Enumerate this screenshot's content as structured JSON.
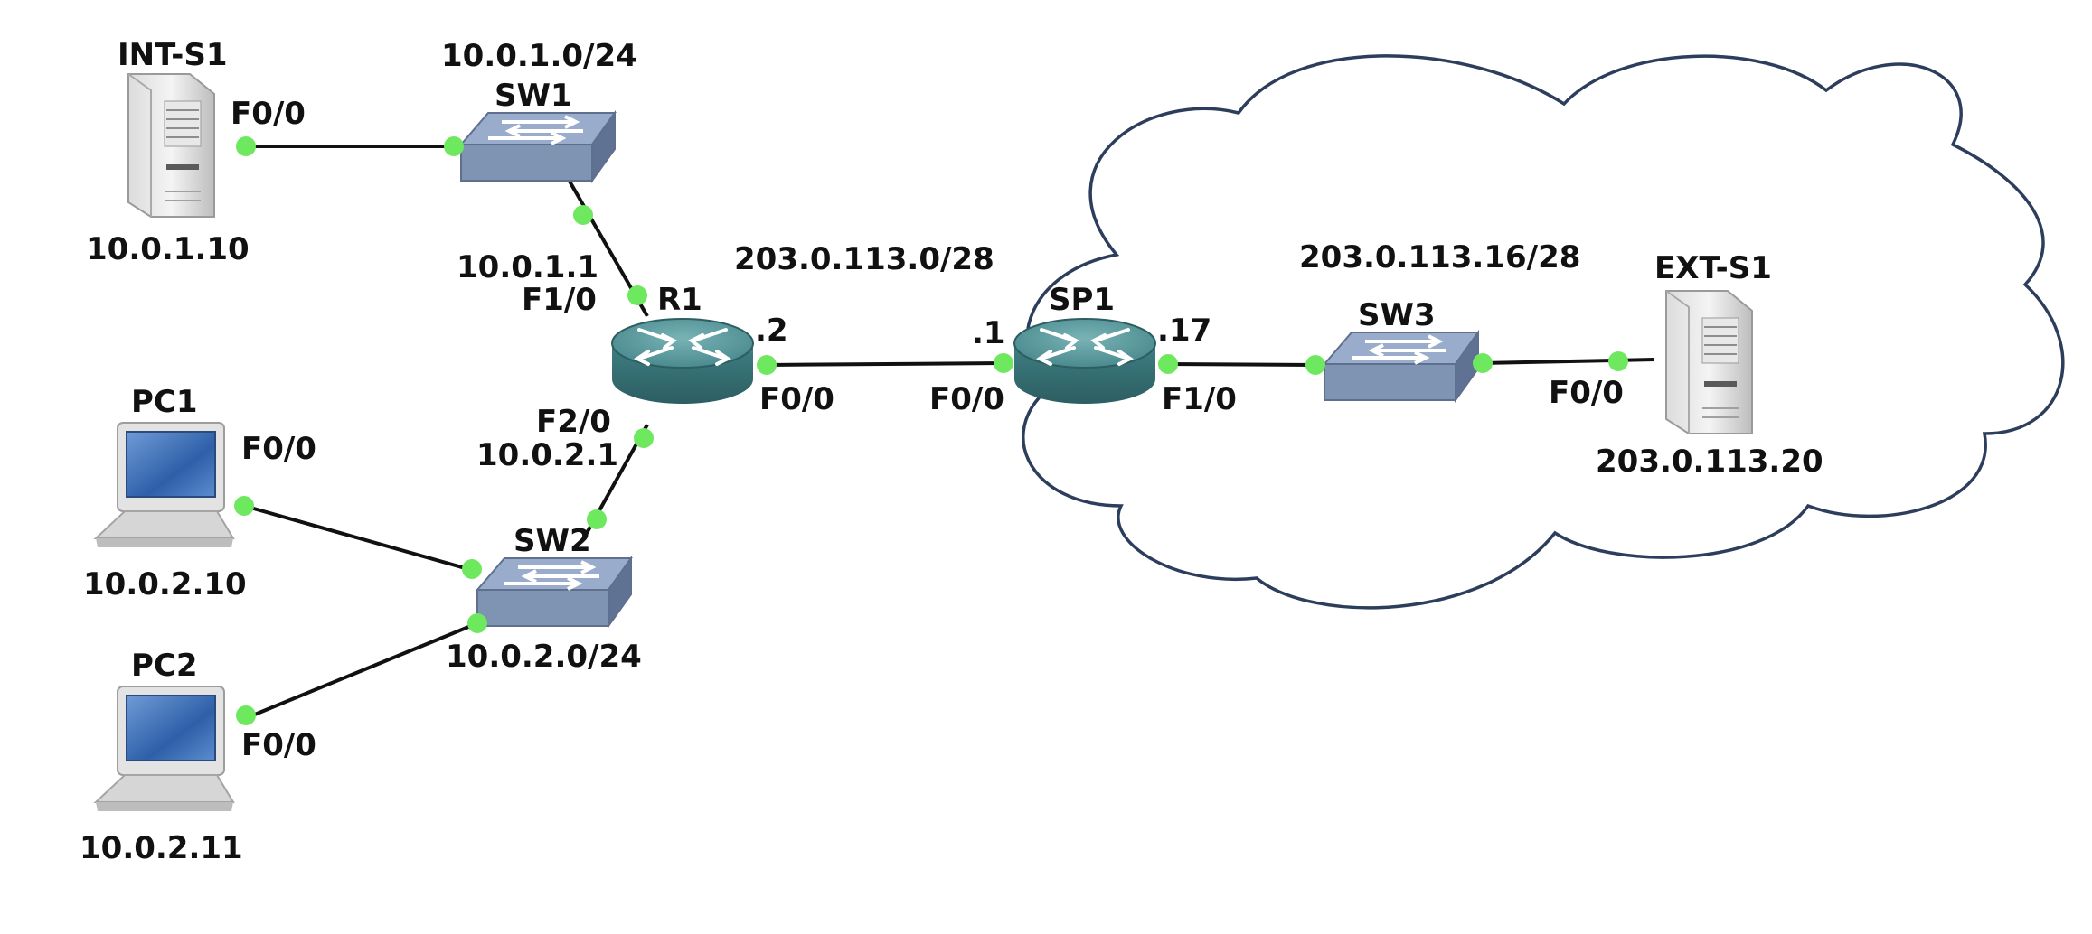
{
  "colors": {
    "link": "#111111",
    "port_dot": "#6ee85e",
    "router_body": "#4f8f93",
    "switch_body": "#7f93b3",
    "cloud_stroke": "#2d3e5c",
    "label": "#111111"
  },
  "devices": {
    "int_s1": {
      "name": "INT-S1",
      "ip": "10.0.1.10",
      "port": "F0/0",
      "icon": "server-icon"
    },
    "sw1": {
      "name": "SW1",
      "subnet": "10.0.1.0/24",
      "icon": "switch-icon"
    },
    "r1": {
      "name": "R1",
      "icon": "router-icon",
      "f1_port": "F1/0",
      "f1_ip": "10.0.1.1",
      "f2_port": "F2/0",
      "f2_ip": "10.0.2.1",
      "f0_port": "F0/0",
      "f0_ip": ".2"
    },
    "sw2": {
      "name": "SW2",
      "subnet": "10.0.2.0/24",
      "icon": "switch-icon"
    },
    "pc1": {
      "name": "PC1",
      "ip": "10.0.2.10",
      "port": "F0/0",
      "icon": "pc-icon"
    },
    "pc2": {
      "name": "PC2",
      "ip": "10.0.2.11",
      "port": "F0/0",
      "icon": "pc-icon"
    },
    "sp1": {
      "name": "SP1",
      "icon": "router-icon",
      "f0_port": "F0/0",
      "f0_ip": ".1",
      "f1_port": "F1/0",
      "f1_ip": ".17"
    },
    "sw3": {
      "name": "SW3",
      "icon": "switch-icon"
    },
    "ext_s1": {
      "name": "EXT-S1",
      "ip": "203.0.113.20",
      "port": "F0/0",
      "icon": "server-icon"
    }
  },
  "networks": {
    "wan": "203.0.113.0/28",
    "ext": "203.0.113.16/28"
  },
  "cloud": {
    "icon": "cloud-icon"
  }
}
